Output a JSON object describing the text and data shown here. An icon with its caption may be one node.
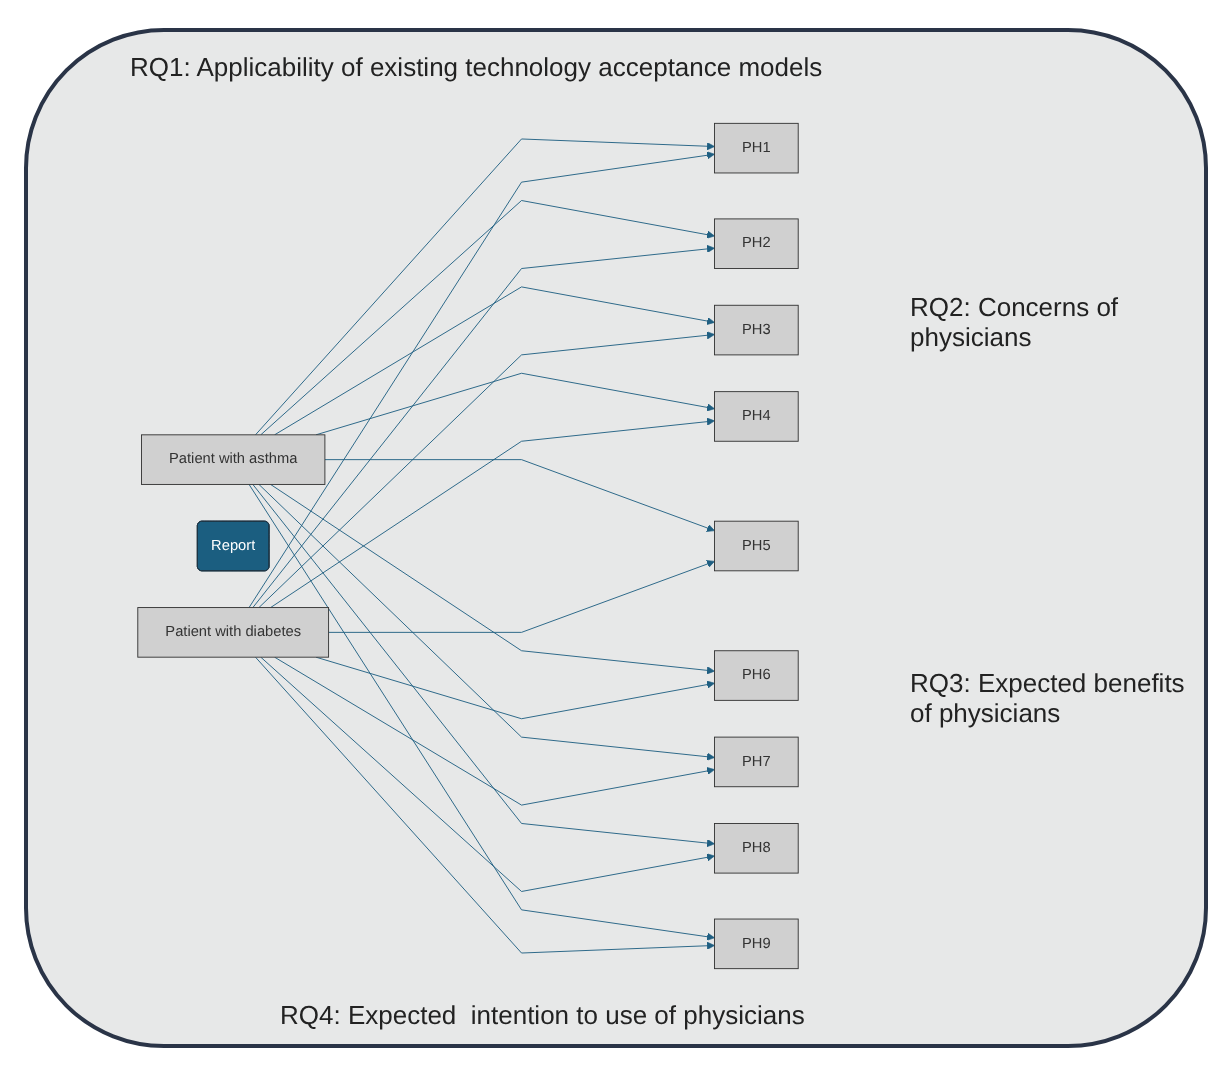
{
  "diagram": {
    "nodes": [
      {
        "text": [
          "Patient with asthma"
        ]
      },
      {
        "text": [
          "Patient with diabetes"
        ]
      },
      {
        "text": [
          "Report"
        ]
      },
      {
        "text": [
          "PH1"
        ]
      },
      {
        "text": [
          "PH2"
        ]
      },
      {
        "text": [
          "PH3"
        ]
      },
      {
        "text": [
          "PH4"
        ]
      },
      {
        "text": [
          "PH5"
        ]
      },
      {
        "text": [
          "PH6"
        ]
      },
      {
        "text": [
          "PH7"
        ]
      },
      {
        "text": [
          "PH8"
        ]
      },
      {
        "text": [
          "PH9"
        ]
      }
    ],
    "edges": [
      {
        "from": 0,
        "to": 3,
        "arrow": "to"
      },
      {
        "from": 0,
        "to": 4,
        "arrow": "to"
      },
      {
        "from": 0,
        "to": 5,
        "arrow": "to"
      },
      {
        "from": 0,
        "to": 6,
        "arrow": "to"
      },
      {
        "from": 0,
        "to": 7,
        "arrow": "to"
      },
      {
        "from": 0,
        "to": 8,
        "arrow": "to"
      },
      {
        "from": 0,
        "to": 9,
        "arrow": "to"
      },
      {
        "from": 0,
        "to": 10,
        "arrow": "to"
      },
      {
        "from": 0,
        "to": 11,
        "arrow": "to"
      },
      {
        "from": 1,
        "to": 3,
        "arrow": "to"
      },
      {
        "from": 1,
        "to": 4,
        "arrow": "to"
      },
      {
        "from": 1,
        "to": 5,
        "arrow": "to"
      },
      {
        "from": 1,
        "to": 6,
        "arrow": "to"
      },
      {
        "from": 1,
        "to": 7,
        "arrow": "to"
      },
      {
        "from": 1,
        "to": 8,
        "arrow": "to"
      },
      {
        "from": 1,
        "to": 9,
        "arrow": "to"
      },
      {
        "from": 1,
        "to": 10,
        "arrow": "to"
      },
      {
        "from": 1,
        "to": 11,
        "arrow": "to"
      }
    ],
    "labels": [
      "RQ1: Applicability of existing technology acceptance models",
      "RQ2: Concerns of physicians",
      "RQ3: Expected benefits of physicians",
      "RQ4: Expected  intention to use of physicians"
    ]
  }
}
